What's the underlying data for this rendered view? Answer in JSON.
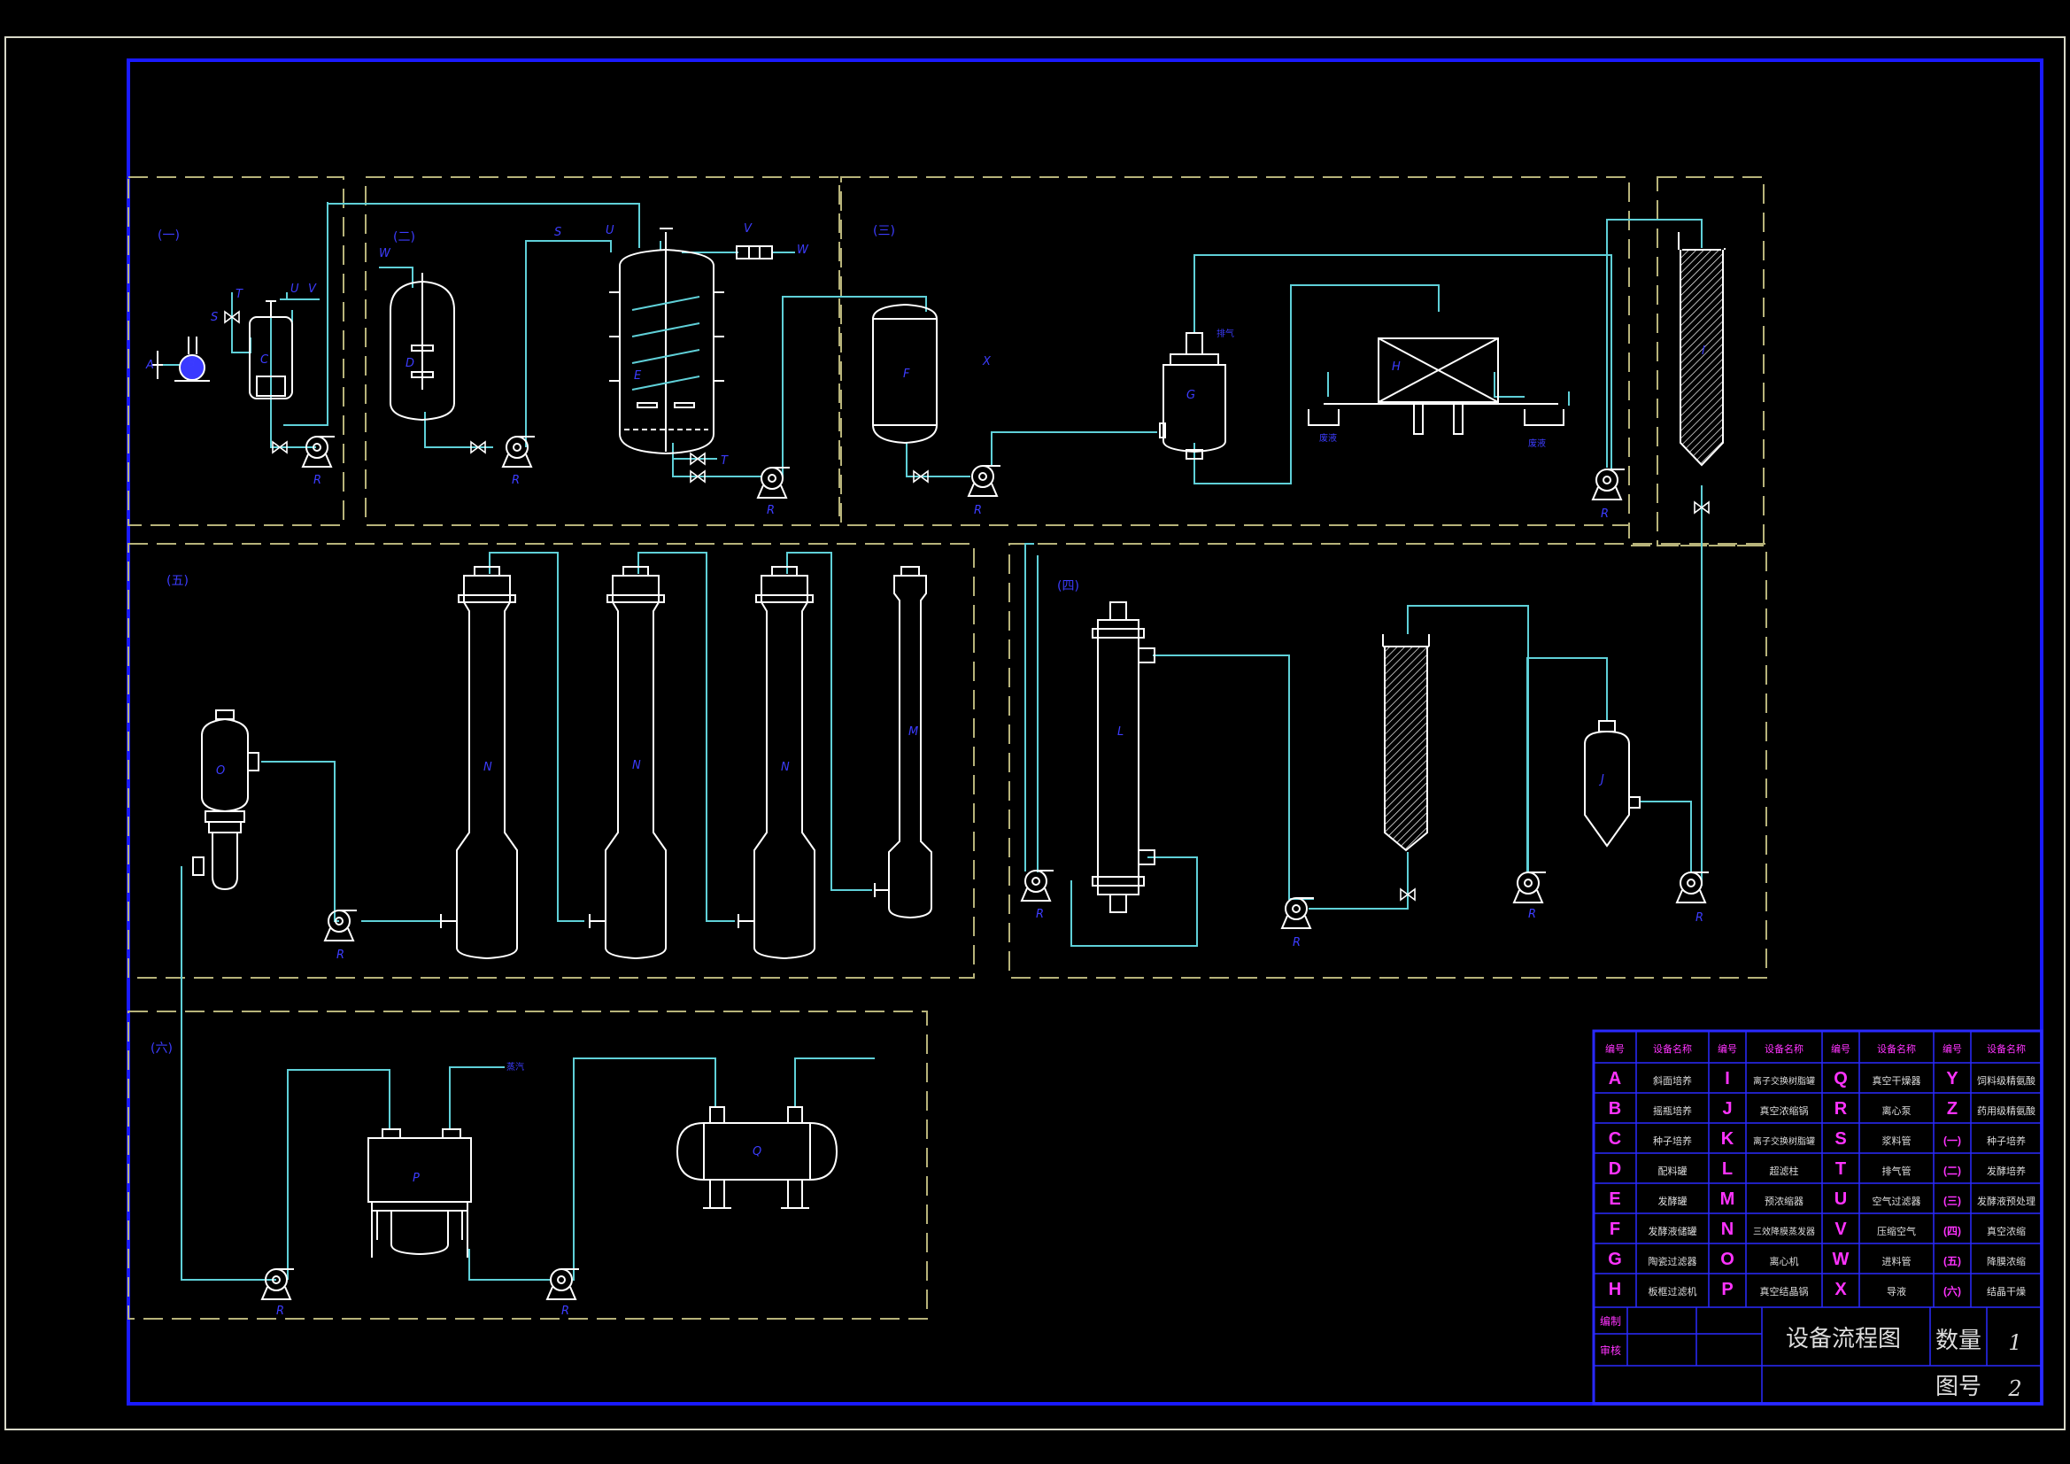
{
  "colors": {
    "background": "#000000",
    "frame_blue": "#1a1aff",
    "outer_border": "#d8d8c8",
    "pipe": "#5fd0d8",
    "equipment": "#ffffff",
    "section_dash": "#b7b37a",
    "label_blue": "#3c3cff",
    "table_line": "#2a2aff",
    "legend_magenta": "#ff33ff",
    "table_text": "#dddddd"
  },
  "sections": {
    "s1": "(一)",
    "s2": "(二)",
    "s3": "(三)",
    "s4": "(四)",
    "s5": "(五)",
    "s6": "(六)"
  },
  "equipment_tags": {
    "A": "A",
    "B": "B",
    "C": "C",
    "D": "D",
    "E": "E",
    "F": "F",
    "G": "G",
    "H": "H",
    "I": "I",
    "J": "J",
    "L": "L",
    "M": "M",
    "N": "N",
    "O": "O",
    "P": "P",
    "Q": "Q",
    "R": "R",
    "S": "S",
    "T": "T",
    "U": "U",
    "V": "V",
    "W": "W",
    "X": "X"
  },
  "annotations": {
    "waste1": "废液",
    "waste2": "废液",
    "vent": "排气",
    "steam": "蒸汽"
  },
  "legend": {
    "header_code": "编号",
    "header_name": "设备名称",
    "columns": [
      [
        {
          "code": "A",
          "name": "斜面培养"
        },
        {
          "code": "B",
          "name": "摇瓶培养"
        },
        {
          "code": "C",
          "name": "种子培养"
        },
        {
          "code": "D",
          "name": "配料罐"
        },
        {
          "code": "E",
          "name": "发酵罐"
        },
        {
          "code": "F",
          "name": "发酵液储罐"
        },
        {
          "code": "G",
          "name": "陶瓷过滤器"
        },
        {
          "code": "H",
          "name": "板框过滤机"
        }
      ],
      [
        {
          "code": "I",
          "name": "离子交换树脂罐"
        },
        {
          "code": "J",
          "name": "真空浓缩锅"
        },
        {
          "code": "K",
          "name": "离子交换树脂罐"
        },
        {
          "code": "L",
          "name": "超滤柱"
        },
        {
          "code": "M",
          "name": "预浓缩器"
        },
        {
          "code": "N",
          "name": "三效降膜蒸发器"
        },
        {
          "code": "O",
          "name": "离心机"
        },
        {
          "code": "P",
          "name": "真空结晶锅"
        }
      ],
      [
        {
          "code": "Q",
          "name": "真空干燥器"
        },
        {
          "code": "R",
          "name": "离心泵"
        },
        {
          "code": "S",
          "name": "浆料管"
        },
        {
          "code": "T",
          "name": "排气管"
        },
        {
          "code": "U",
          "name": "空气过滤器"
        },
        {
          "code": "V",
          "name": "压缩空气"
        },
        {
          "code": "W",
          "name": "进料管"
        },
        {
          "code": "X",
          "name": "导液"
        }
      ],
      [
        {
          "code": "Y",
          "name": "饲料级精氨酸"
        },
        {
          "code": "Z",
          "name": "药用级精氨酸"
        },
        {
          "code": "(一)",
          "name": "种子培养"
        },
        {
          "code": "(二)",
          "name": "发酵培养"
        },
        {
          "code": "(三)",
          "name": "发酵液预处理"
        },
        {
          "code": "(四)",
          "name": "真空浓缩"
        },
        {
          "code": "(五)",
          "name": "降膜浓缩"
        },
        {
          "code": "(六)",
          "name": "结晶干燥"
        }
      ]
    ],
    "design_label": "编制",
    "review_label": "审核"
  },
  "title_block": {
    "title": "设备流程图",
    "quantity_label": "数量",
    "quantity_value": "1",
    "drawing_no_label": "图号",
    "drawing_no_value": "2"
  }
}
